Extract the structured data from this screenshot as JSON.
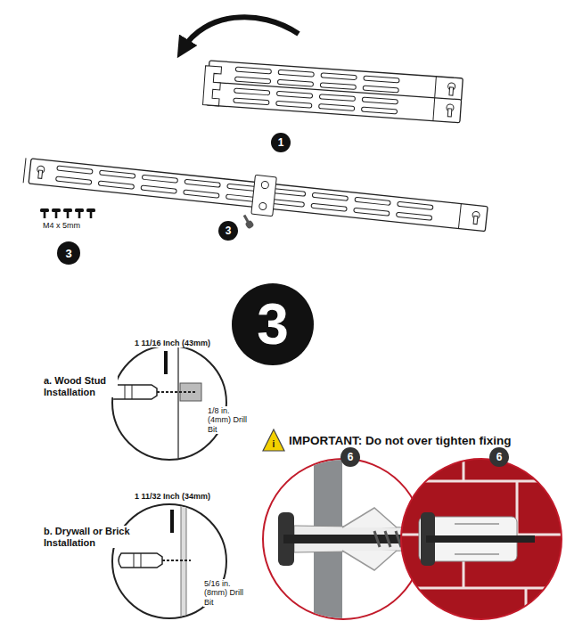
{
  "diagram": {
    "nodes": [
      {
        "text": [
          "1"
        ]
      },
      {
        "text": [
          "3"
        ]
      },
      {
        "text": [
          "3"
        ]
      },
      {
        "text": [
          "3"
        ]
      },
      {
        "text": [
          "6"
        ]
      },
      {
        "text": [
          "6"
        ]
      }
    ],
    "labels": [
      "M4 x 5mm",
      "1 11/16 Inch (43mm)",
      "a. Wood Stud Installation",
      "1/8 in. (4mm) Drill Bit",
      "1 11/32 Inch (34mm)",
      "b. Drywall or Brick Installation",
      "5/16 in. (8mm) Drill Bit",
      "i",
      "IMPORTANT: Do not over tighten fixing"
    ]
  }
}
